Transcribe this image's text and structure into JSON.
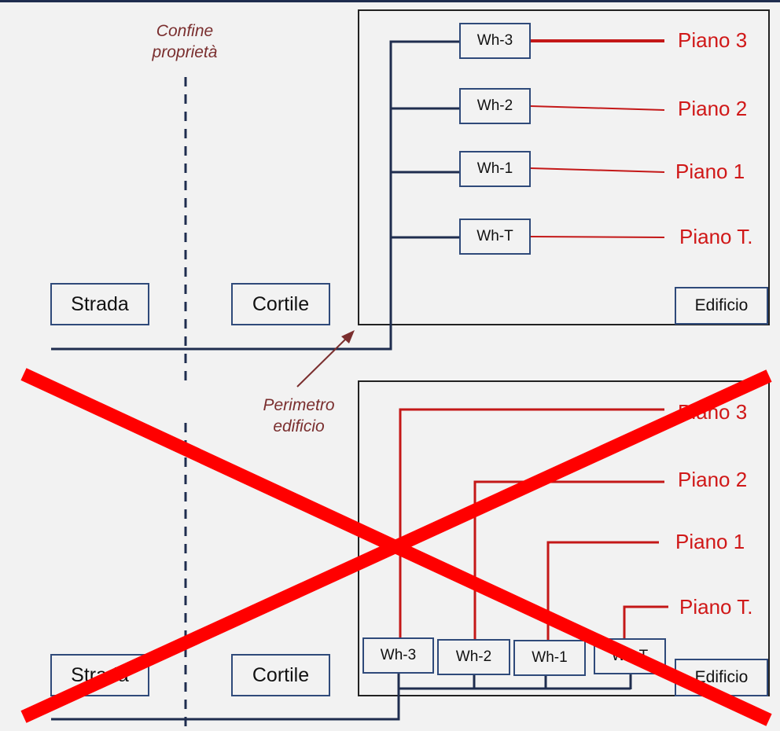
{
  "colors": {
    "navy": "#1f2d4f",
    "red": "#d01818",
    "cross": "#ff0000",
    "note": "#7a2e2e",
    "background": "#f2f2f2"
  },
  "notes": {
    "property_line": [
      "Confine",
      "proprietà"
    ],
    "building_perimeter": [
      "Perimetro",
      "edificio"
    ]
  },
  "top": {
    "road": "Strada",
    "yard": "Cortile",
    "building": "Edificio",
    "meters": [
      "Wh-3",
      "Wh-2",
      "Wh-1",
      "Wh-T"
    ],
    "floors": [
      "Piano 3",
      "Piano 2",
      "Piano 1",
      "Piano T."
    ]
  },
  "bottom": {
    "road": "Strada",
    "yard": "Cortile",
    "building": "Edificio",
    "meters": [
      "Wh-3",
      "Wh-2",
      "Wh-1",
      "Wh-T"
    ],
    "floors": [
      "Piano 3",
      "Piano 2",
      "Piano 1",
      "Piano T."
    ],
    "crossed_out": true
  }
}
